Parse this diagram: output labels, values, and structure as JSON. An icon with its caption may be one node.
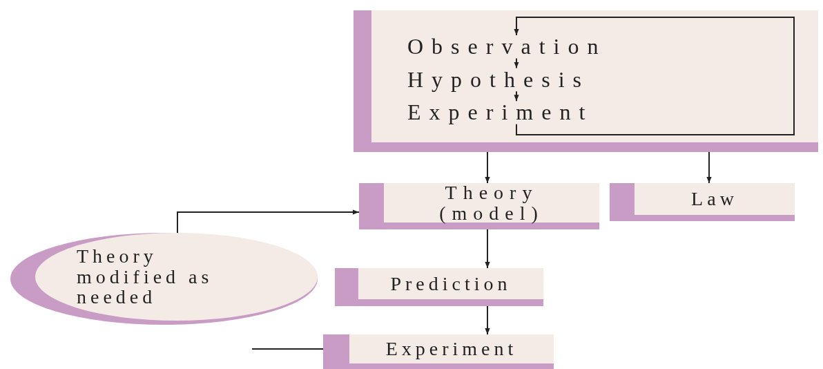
{
  "diagram": {
    "nodes": [
      {
        "text": [],
        "shape": "box"
      },
      {
        "text": [
          "Observation"
        ],
        "in": 0
      },
      {
        "text": [
          "Hypothesis"
        ],
        "in": 0
      },
      {
        "text": [
          "Experiment"
        ],
        "in": 0
      },
      {
        "text": [
          "Theory (model)"
        ]
      },
      {
        "text": [
          "Law"
        ]
      },
      {
        "text": [
          "Theory modified as needed"
        ]
      },
      {
        "text": [
          "Prediction"
        ]
      },
      {
        "text": [
          "Experiment"
        ]
      }
    ],
    "edges": [
      {
        "from": 1,
        "to": 2,
        "arrow": "to"
      },
      {
        "from": 2,
        "to": 3,
        "arrow": "to"
      },
      {
        "from": 3,
        "to": 1,
        "arrow": "to"
      },
      {
        "from": 0,
        "to": 4,
        "arrow": "to"
      },
      {
        "from": 0,
        "to": 5,
        "arrow": "to"
      },
      {
        "from": 6,
        "to": 4,
        "arrow": "to"
      },
      {
        "from": 4,
        "to": 7,
        "arrow": "to"
      },
      {
        "from": 7,
        "to": 8,
        "arrow": "to"
      },
      {
        "from": null,
        "to": 8,
        "arrow": "none"
      }
    ]
  }
}
